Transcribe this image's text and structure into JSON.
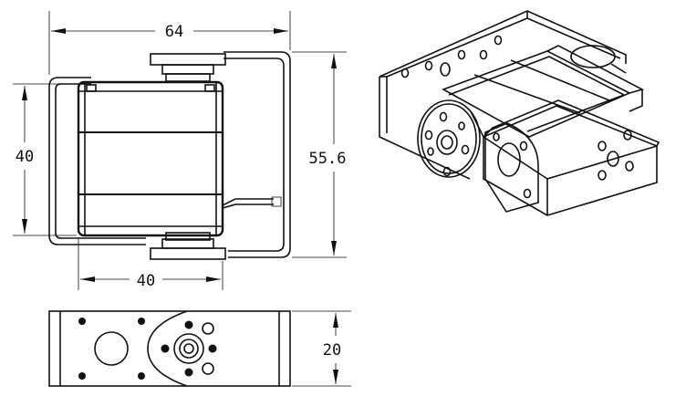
{
  "dimensions": {
    "top_width": "64",
    "left_height": "40",
    "right_height": "55.6",
    "bottom_width": "40",
    "side_height": "20"
  },
  "colors": {
    "line": "#111111",
    "background": "#ffffff"
  }
}
